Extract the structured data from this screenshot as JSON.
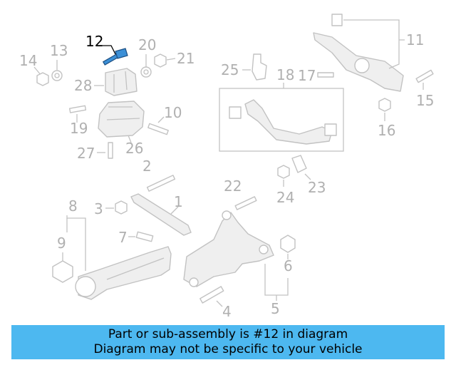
{
  "diagram": {
    "highlighted_part": "12",
    "colors": {
      "highlight": "#3b8fd6",
      "callout": "#b0b0b0",
      "banner": "#4db8f0"
    },
    "callouts": {
      "c1": "1",
      "c2": "2",
      "c3": "3",
      "c4": "4",
      "c5": "5",
      "c6": "6",
      "c7": "7",
      "c8": "8",
      "c9": "9",
      "c10": "10",
      "c11": "11",
      "c12": "12",
      "c13": "13",
      "c14": "14",
      "c15": "15",
      "c16": "16",
      "c17": "17",
      "c18": "18",
      "c19": "19",
      "c20": "20",
      "c21": "21",
      "c22": "22",
      "c23": "23",
      "c24": "24",
      "c25": "25",
      "c26": "26",
      "c27": "27",
      "c28": "28"
    }
  },
  "banner": {
    "line1": "Part or sub-assembly is #12 in diagram",
    "line2": "Diagram may not be specific to your vehicle"
  }
}
